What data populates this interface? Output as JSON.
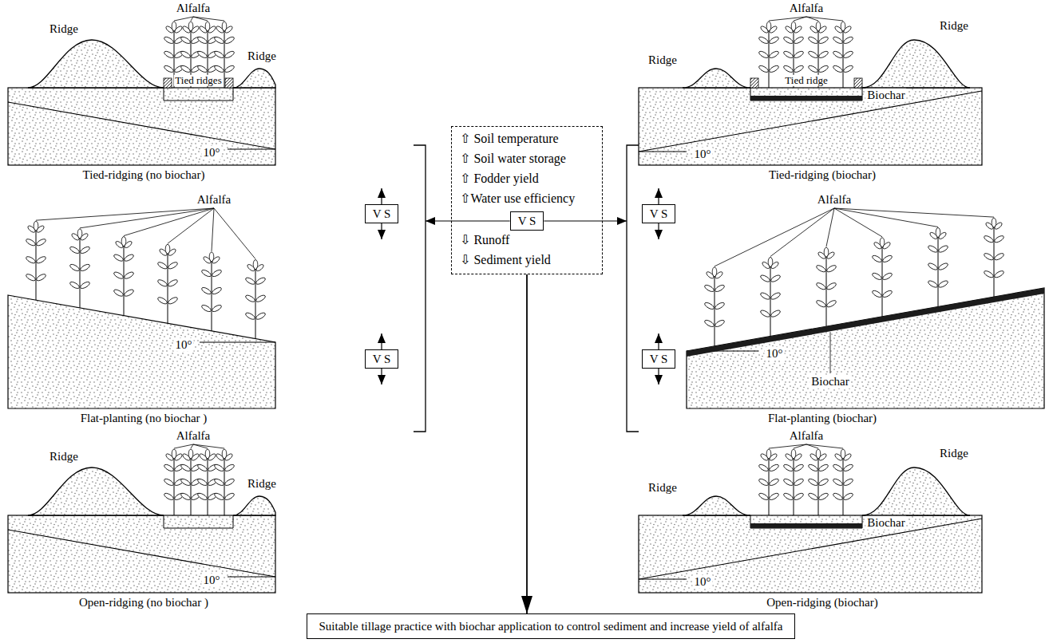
{
  "diagram": {
    "nodes": [
      {
        "text": [
          "⇧ Soil temperature",
          "⇧ Soil water storage",
          "⇧ Fodder yield",
          "⇧Water use efficiency",
          "⇩ Runoff",
          "⇩ Sediment yield"
        ]
      },
      {
        "text": [
          "V S"
        ],
        "in": 0
      },
      {
        "text": [
          "V S"
        ]
      },
      {
        "text": [
          "V S"
        ]
      },
      {
        "text": [
          "V S"
        ]
      },
      {
        "text": [
          "V S"
        ]
      },
      {
        "text": [
          "Suitable tillage practice with biochar application to control sediment and increase yield of alfalfa"
        ]
      }
    ],
    "edges": [
      {
        "from": 0,
        "to": 6,
        "arrow": "to"
      }
    ],
    "labels": [
      "Alfalfa",
      "Ridge",
      "Ridge",
      "Tied ridges",
      "10°",
      "Tied-ridging (no biochar)",
      "Alfalfa",
      "Ridge",
      "Ridge",
      "Tied ridge",
      "Biochar",
      "10°",
      "Tied-ridging (biochar)",
      "Alfalfa",
      "10°",
      "Flat-planting (no biochar )",
      "Alfalfa",
      "Biochar",
      "10°",
      "Flat-planting (biochar)",
      "Alfalfa",
      "Ridge",
      "Ridge",
      "10°",
      "Open-ridging (no biochar )",
      "Alfalfa",
      "Ridge",
      "Ridge",
      "Biochar",
      "10°",
      "Open-ridging (biochar)"
    ]
  }
}
